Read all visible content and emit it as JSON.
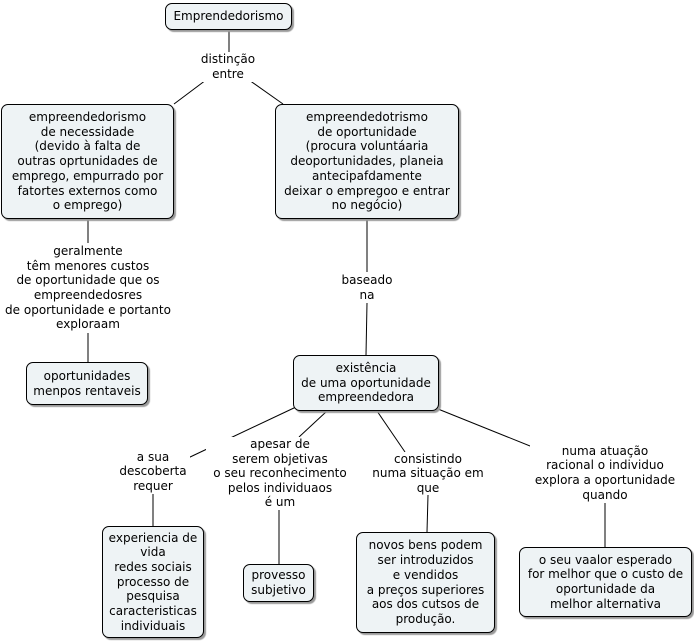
{
  "nodes": {
    "root": "Emprendedorismo",
    "necessity": "empreendedorismo\nde necessidade\n(devido à falta de\noutras oprtunidades de\nemprego, empurrado por\nfatortes externos como\no emprego)",
    "opportunity": "empreendedotrismo\nde oportunidade\n(procura voluntáaria\ndeoportunidades, planeia\nantecipafdamente\ndeixar o empregoo e entrar\nno negócio)",
    "less_profitable": "oportunidades\nmenpos rentaveis",
    "existence": "existência\nde uma oportunidade\nempreendedora",
    "experience": "experiencia de\nvida\nredes sociais\nprocesso de\npesquisa\ncaracteristicas\nindividuais",
    "subjective": "provesso\nsubjetivo",
    "new_goods": "novos bens podem\nser introduzidos\ne vendidos\na preços superiores\naos dos cutsos de\nprodução.",
    "expected_value": "o seu vaalor esperado\nfor melhor que o custo de\noportunidade da\nmelhor alternativa"
  },
  "links": {
    "distinction": "distinção\nentre",
    "lower_costs": "geralmente\ntêm menores custos\nde oportunidade que os\nempreendedosres\nde oportunidade e portanto\nexploraam",
    "based_on": "baseado\nna",
    "discovery": "a sua\ndescoberta\nrequer",
    "despite": "apesar de\nserem objetivas\no seu reconhecimento\npelos individuaos\né um",
    "consisting": "consistindo\nnuma situação em\nque",
    "rational": "numa atuação\nracional o individuo\nexplora a oportunidade\nquando"
  },
  "colors": {
    "node_fill": "#eef3f5",
    "node_border": "#000000",
    "node_shadow": "#9a9a9a",
    "edge": "#000000"
  }
}
